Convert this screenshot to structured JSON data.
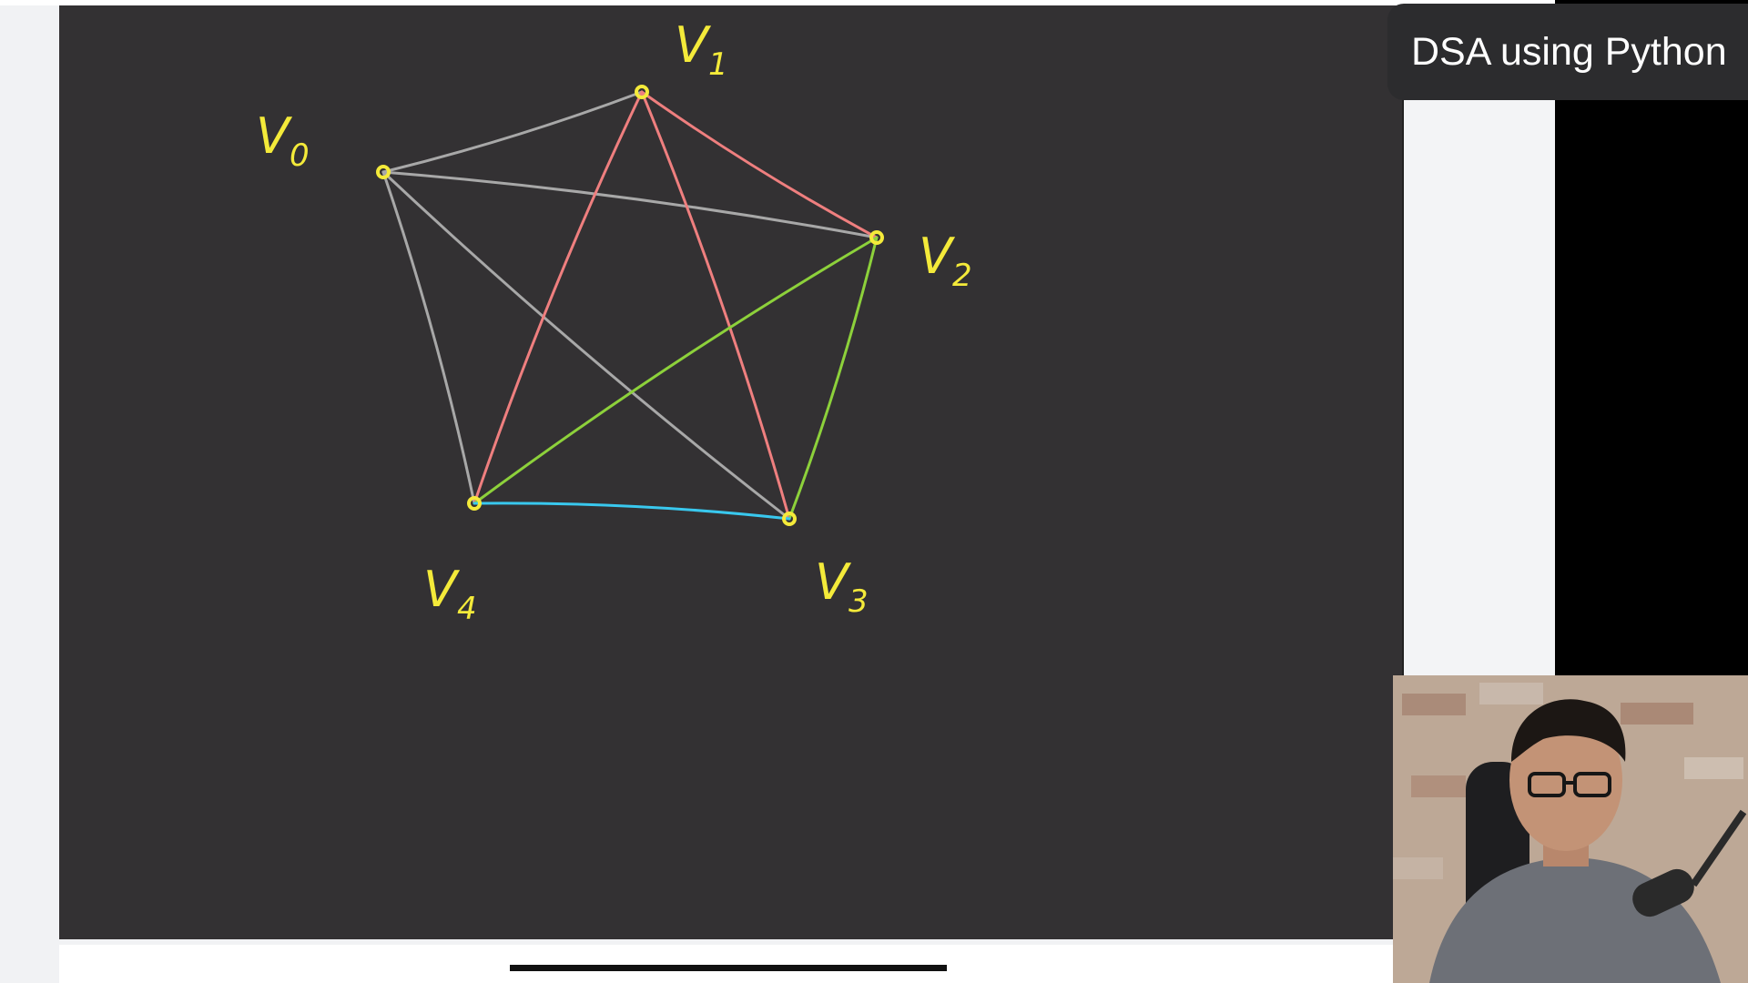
{
  "overlay": {
    "title": "DSA using Python"
  },
  "graph": {
    "vertices": [
      {
        "id": "v0",
        "label": "V",
        "sub": "0"
      },
      {
        "id": "v1",
        "label": "V",
        "sub": "1"
      },
      {
        "id": "v2",
        "label": "V",
        "sub": "2"
      },
      {
        "id": "v3",
        "label": "V",
        "sub": "3"
      },
      {
        "id": "v4",
        "label": "V",
        "sub": "4"
      }
    ],
    "edges": [
      {
        "from": "v0",
        "to": "v1",
        "color": "#a8a8a8"
      },
      {
        "from": "v0",
        "to": "v2",
        "color": "#a8a8a8"
      },
      {
        "from": "v0",
        "to": "v3",
        "color": "#a8a8a8"
      },
      {
        "from": "v0",
        "to": "v4",
        "color": "#a8a8a8"
      },
      {
        "from": "v1",
        "to": "v2",
        "color": "#ef7f7f"
      },
      {
        "from": "v1",
        "to": "v3",
        "color": "#ef7f7f"
      },
      {
        "from": "v1",
        "to": "v4",
        "color": "#ef7f7f"
      },
      {
        "from": "v2",
        "to": "v3",
        "color": "#8dd13b"
      },
      {
        "from": "v2",
        "to": "v4",
        "color": "#8dd13b"
      },
      {
        "from": "v4",
        "to": "v3",
        "color": "#39c8ee"
      }
    ],
    "vertex_color": "#f4ea3a"
  }
}
